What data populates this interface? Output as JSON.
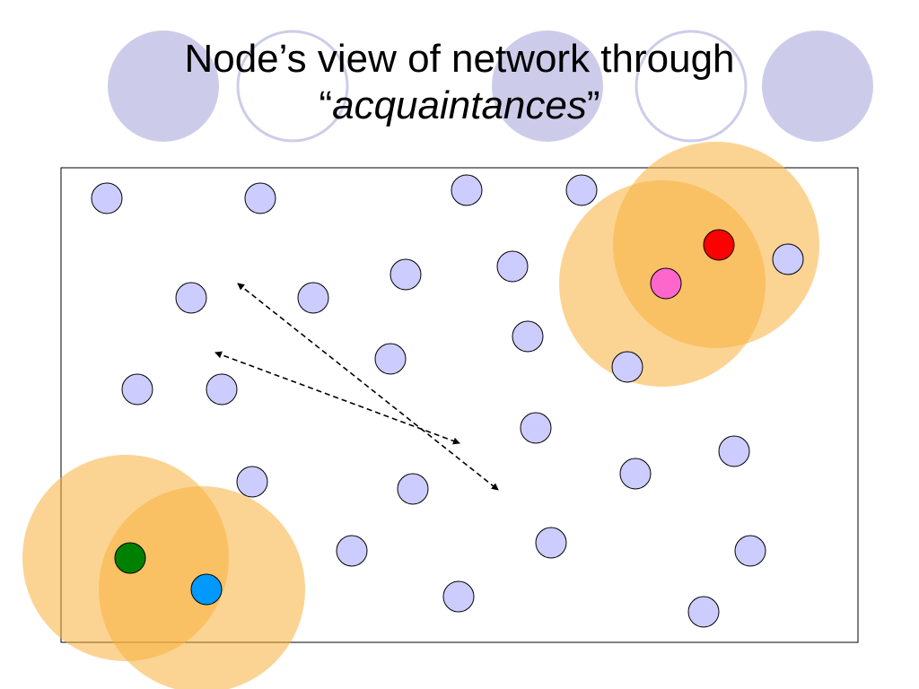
{
  "slide": {
    "title_line1": "Node’s view of network through",
    "title_line2_open_quote": "“",
    "title_line2_emphasis": "acquaintances",
    "title_line2_close_quote": "”"
  },
  "colors": {
    "decor_filled": "#ccccea",
    "decor_outline": "#ccccea",
    "node_fill": "#ccccff",
    "node_stroke": "#000000",
    "range_fill": "#f8b13c",
    "red_node": "#ff0000",
    "pink_node": "#ff66cc",
    "green_node": "#008000",
    "blue_node": "#0099ff",
    "frame_stroke": "#000000",
    "arrow_stroke": "#000000"
  },
  "diagram": {
    "nodes_count": 28,
    "highlighted_nodes": [
      "red",
      "pink",
      "green",
      "blue"
    ],
    "acquaintance_ranges": 4,
    "dashed_links": 2
  }
}
